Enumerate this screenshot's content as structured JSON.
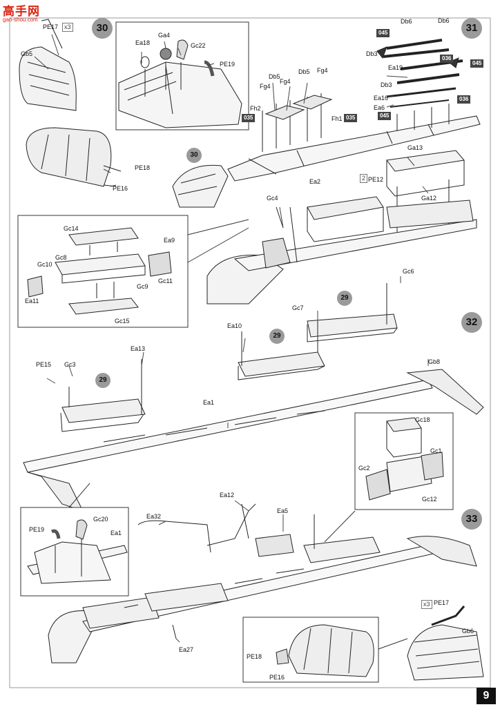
{
  "watermark": {
    "title": "高手网",
    "url": "gao-shou.com"
  },
  "page_number": "9",
  "steps": {
    "s30": "30",
    "s31": "31",
    "s32": "32",
    "s33": "33"
  },
  "subassembly_refs": {
    "r30": "30",
    "r29a": "29",
    "r29b": "29",
    "r29c": "29"
  },
  "multipliers": {
    "x3_top": "x3",
    "x2": "2",
    "x3_bottom": "x3"
  },
  "badges": {
    "b035a": "035",
    "b035b": "035",
    "b045a": "045",
    "b036a": "036",
    "b045b": "045",
    "b036b": "036",
    "b045c": "045"
  },
  "labels": {
    "PE17a": "PE17",
    "Gb5": "Gb5",
    "PE18a": "PE18",
    "PE16a": "PE16",
    "Ea18": "Ea18",
    "Ga4": "Ga4",
    "Gc22": "Gc22",
    "PE19a": "PE19",
    "Fg4a": "Fg4",
    "Db5a": "Db5",
    "Fg4b": "Fg4",
    "Db5b": "Db5",
    "Fg4c": "Fg4",
    "Fh2": "Fh2",
    "Fh1": "Fh1",
    "Ea2": "Ea2",
    "Db6a": "Db6",
    "Db6b": "Db6",
    "Db3a": "Db3",
    "Ea19": "Ea19",
    "Db3b": "Db3",
    "Ea16": "Ea16",
    "Ea6": "Ea6",
    "PE12": "PE12",
    "Ga13": "Ga13",
    "Ga12": "Ga12",
    "Gc4": "Gc4",
    "Gc14": "Gc14",
    "Ea9": "Ea9",
    "Gc8": "Gc8",
    "Gc10": "Gc10",
    "Gc9": "Gc9",
    "Gc11": "Gc11",
    "Ea11": "Ea11",
    "Gc15": "Gc15",
    "Gc6": "Gc6",
    "Gc7": "Gc7",
    "Ea10": "Ea10",
    "Ea13": "Ea13",
    "PE15": "PE15",
    "Gc3": "Gc3",
    "Ea1a": "Ea1",
    "Gb8": "Gb8",
    "Gc18": "Gc18",
    "Gc1": "Gc1",
    "Gc2": "Gc2",
    "Gc12": "Gc12",
    "PE19b": "PE19",
    "Gc20": "Gc20",
    "Ea1b": "Ea1",
    "Ea12": "Ea12",
    "Ea32": "Ea32",
    "Ea5": "Ea5",
    "Ea27": "Ea27",
    "PE17b": "PE17",
    "Gb6": "Gb6",
    "PE18b": "PE18",
    "PE16b": "PE16"
  }
}
